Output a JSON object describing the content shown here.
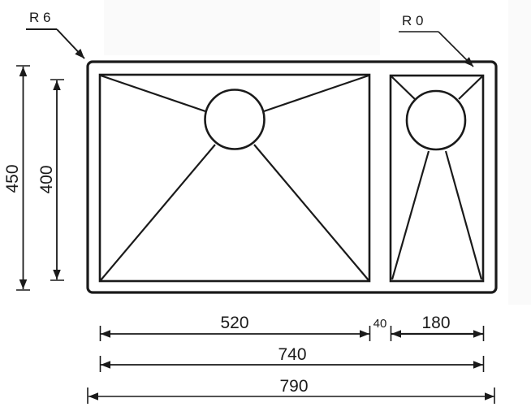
{
  "drawing": {
    "type": "double-bowl sink technical drawing (top view)",
    "colors": {
      "line": "#1a1a1a",
      "background": "#ffffff",
      "panel": "#fafafa"
    }
  },
  "annotations": {
    "outer_radius": "R 6",
    "inner_radius": "R 0"
  },
  "dimensions": {
    "overall_depth": "450",
    "bowl_depth": "400",
    "main_bowl_width": "520",
    "divider_gap": "40",
    "small_bowl_width": "180",
    "bowls_total_width": "740",
    "overall_width": "790"
  },
  "components": {
    "outer_rim": {
      "label": "outer-rim",
      "width_mm": 790,
      "depth_mm": 450,
      "corner_radius": "R 6"
    },
    "main_bowl": {
      "label": "main-bowl",
      "width_mm": 520,
      "depth_mm": 400,
      "has_drain": true
    },
    "small_bowl": {
      "label": "small-bowl",
      "width_mm": 180,
      "depth_mm": 400,
      "has_drain": true,
      "corner_radius": "R 0"
    }
  }
}
